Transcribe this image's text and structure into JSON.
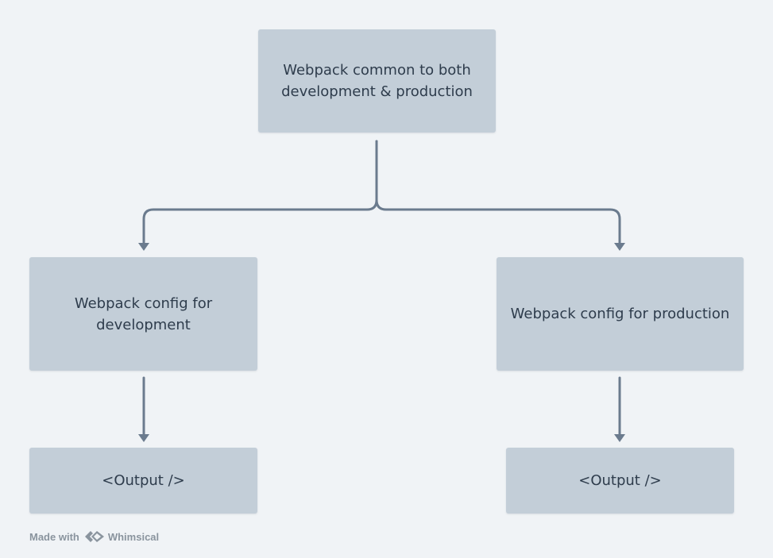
{
  "colors": {
    "background": "#f0f3f6",
    "node_fill": "#c3ced8",
    "node_text": "#2e3c4c",
    "connector": "#6b7b8e",
    "watermark": "#8a949e"
  },
  "nodes": {
    "common": {
      "line1": "Webpack common to both",
      "line2": "development & production"
    },
    "dev": {
      "line1": "Webpack config for",
      "line2": "development"
    },
    "prod": {
      "label": "Webpack config for production"
    },
    "output_dev": {
      "label": "<Output />"
    },
    "output_prod": {
      "label": "<Output />"
    }
  },
  "watermark": {
    "made_with": "Made with",
    "brand": "Whimsical",
    "logo_icon": "whimsical-logo-icon"
  }
}
